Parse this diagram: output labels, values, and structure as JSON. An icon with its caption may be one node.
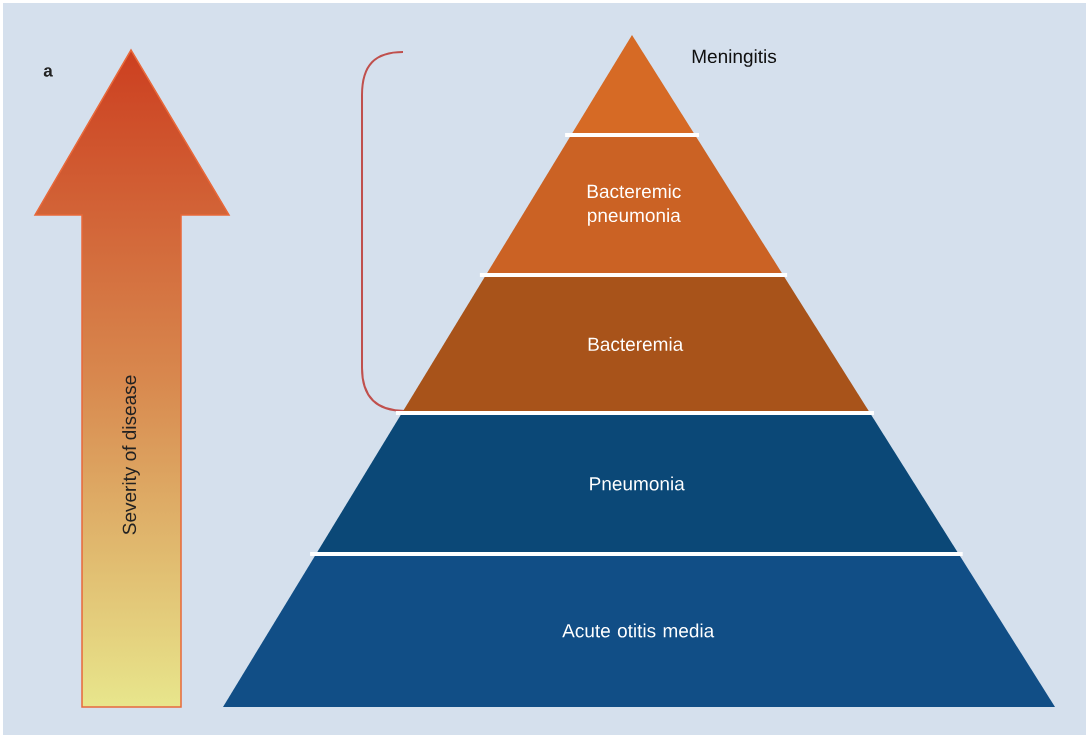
{
  "diagram": {
    "nodes": [
      {
        "text": [
          "Severity of disease"
        ]
      },
      {
        "text": [
          "Meningitis"
        ]
      },
      {
        "text": [
          "Bacteremic pneumonia"
        ]
      },
      {
        "text": [
          "Bacteremia"
        ]
      },
      {
        "text": [
          "Pneumonia"
        ]
      },
      {
        "text": [
          "Acute otitis media"
        ]
      }
    ],
    "labels": [
      "a"
    ]
  }
}
